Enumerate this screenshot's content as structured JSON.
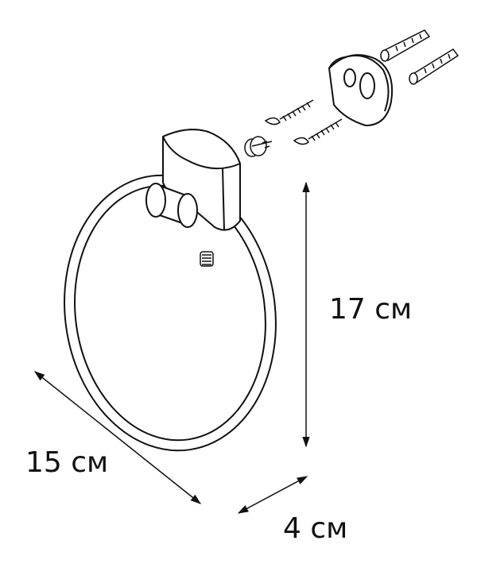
{
  "dimensions": {
    "height": "17 см",
    "width": "15 см",
    "depth": "4 см"
  },
  "colors": {
    "line": "#111111",
    "fill": "#ffffff"
  }
}
